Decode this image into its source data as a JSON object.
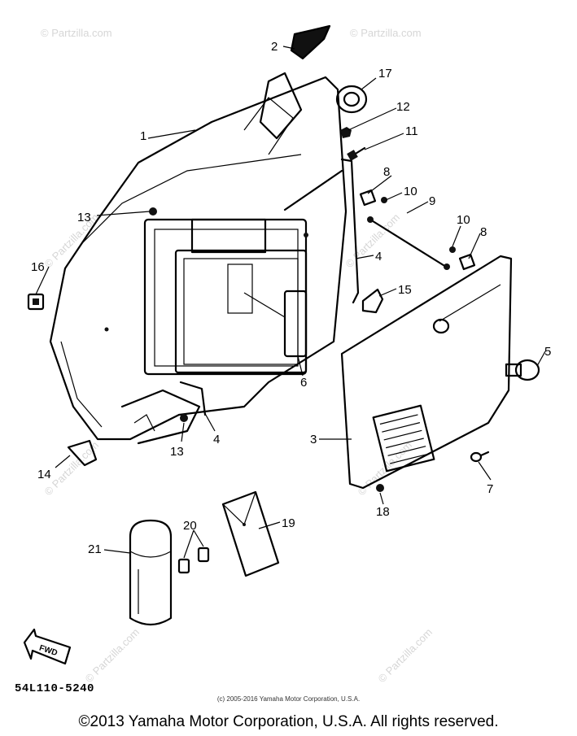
{
  "watermark": "© Partzilla.com",
  "callouts": [
    "1",
    "2",
    "3",
    "4",
    "4",
    "5",
    "6",
    "7",
    "8",
    "8",
    "9",
    "10",
    "10",
    "11",
    "12",
    "13",
    "13",
    "14",
    "15",
    "16",
    "17",
    "18",
    "19",
    "20",
    "21"
  ],
  "fwd_label": "FWD",
  "diagram_code": "54L110-5240",
  "small_copyright": "(c) 2005-2016 Yamaha Motor Corporation, U.S.A.",
  "footer_copyright": "©2013 Yamaha Motor Corporation, U.S.A. All rights reserved."
}
